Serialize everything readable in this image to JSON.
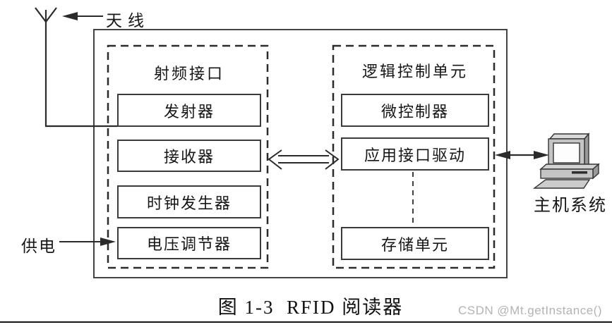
{
  "diagram": {
    "antenna_label": "天线",
    "power_label": "供电",
    "host_label": "主机系统",
    "rf_section": {
      "title": "射频接口",
      "boxes": [
        "发射器",
        "接收器",
        "时钟发生器",
        "电压调节器"
      ]
    },
    "logic_section": {
      "title": "逻辑控制单元",
      "boxes": [
        "微控制器",
        "应用接口驱动",
        "存储单元"
      ]
    },
    "caption": "图 1-3  RFID 阅读器",
    "watermark": "CSDN @Mt.getInstance()"
  },
  "colors": {
    "line": "#2b2b2b",
    "box_border": "#3b3b3b",
    "watermark": "#b3b3b3",
    "background": "#ffffff"
  }
}
